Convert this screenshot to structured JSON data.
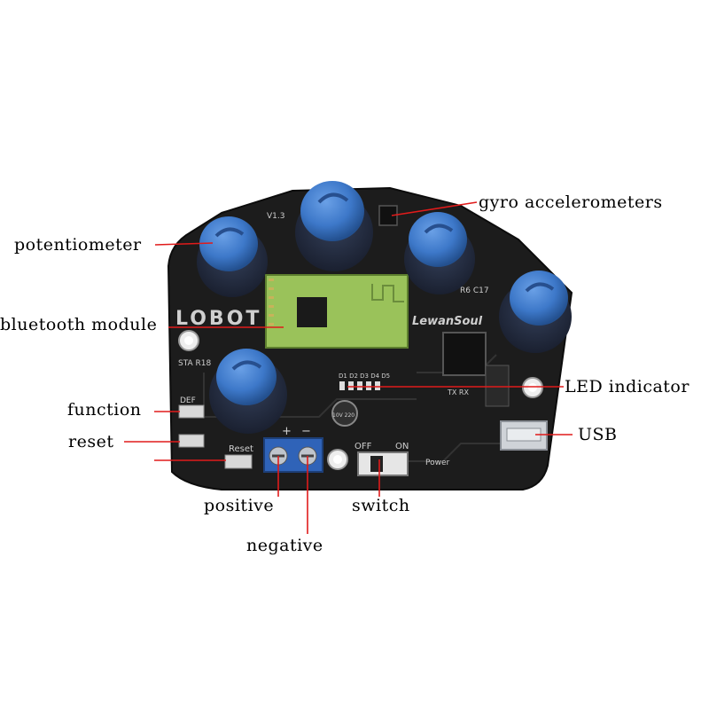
{
  "colors": {
    "pcb": "#1b1b1b",
    "knob": "#3d78c9",
    "knob_dark": "#274f8e",
    "leader_line": "#e01b1b",
    "terminal": "#2f63b8",
    "bt_module": "#9ac25a"
  },
  "board": {
    "version_mark": "V1.3",
    "logo_text": "LOBOT",
    "brand_text": "LewanSoul",
    "silk_sta": "STA R18",
    "silk_def": "DEF",
    "silk_reset": "Reset",
    "silk_off": "OFF",
    "silk_on": "ON",
    "silk_power": "Power",
    "silk_leds": "D1 D2 D3 D4 D5",
    "silk_txrx": "TX RX",
    "silk_r6c17": "R6 C17",
    "silk_plus": "+",
    "silk_minus": "−",
    "cap_text": "10V 220"
  },
  "labels": {
    "potentiometer": "potentiometer",
    "gyro": "gyro accelerometers",
    "bluetooth": "bluetooth module",
    "led": "LED indicator",
    "function": "function",
    "reset": "reset",
    "usb": "USB",
    "positive": "positive",
    "switch": "switch",
    "negative": "negative"
  }
}
